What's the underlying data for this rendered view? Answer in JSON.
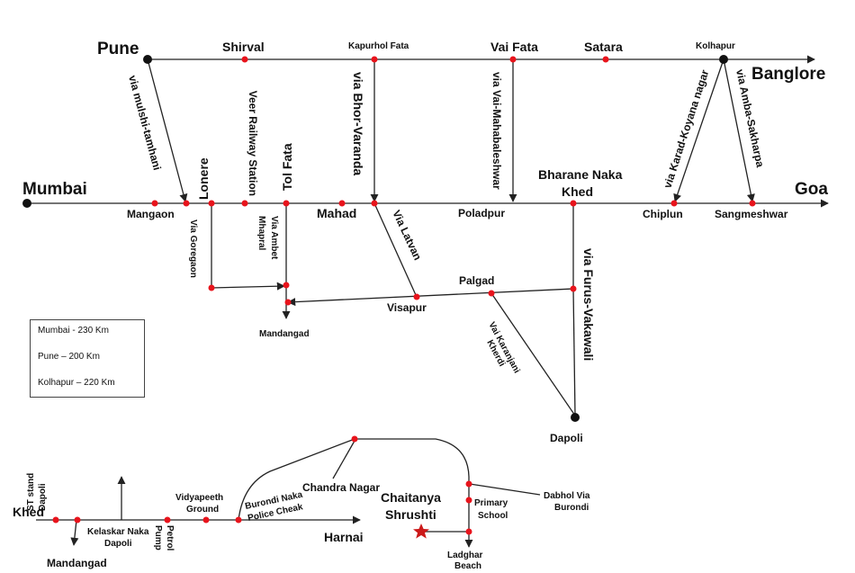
{
  "places": {
    "pune": "Pune",
    "shirval": "Shirval",
    "kapurhol_fata": "Kapurhol Fata",
    "vai_fata": "Vai Fata",
    "satara": "Satara",
    "kolhapur": "Kolhapur",
    "banglore": "Banglore",
    "mumbai": "Mumbai",
    "goa": "Goa",
    "lonere": "Lonere",
    "tol_fata": "Tol Fata",
    "mangaon": "Mangaon",
    "mahad": "Mahad",
    "poladpur": "Poladpur",
    "bharane_naka": "Bharane Naka",
    "khed": "Khed",
    "chiplun": "Chiplun",
    "sangmeshwar": "Sangmeshwar",
    "palgad": "Palgad",
    "visapur": "Visapur",
    "mandangad": "Mandangad",
    "dapoli": "Dapoli",
    "khed_bottom": "Khed",
    "st_stand": "ST stand",
    "st_dapoli": "Dapoli",
    "kelaskar_naka": "Kelaskar Naka",
    "kelaskar_dapoli": "Dapoli",
    "mandangad_bottom": "Mandangad",
    "petrol": "Petrol",
    "pump": "Pump",
    "vidyapeeth": "Vidyapeeth",
    "ground": "Ground",
    "burondi_naka": "Burondi Naka",
    "police_cheak": "Police Cheak",
    "harnai": "Harnai",
    "chandra_nagar": "Chandra Nagar",
    "chaitanya": "Chaitanya",
    "shrushti": "Shrushti",
    "primary": "Primary",
    "school": "School",
    "dabhol_via": "Dabhol Via",
    "burondi": "Burondi",
    "ladghar": "Ladghar",
    "beach": "Beach"
  },
  "routes": {
    "via_mulshi": "via mulshi-tamhani",
    "veer_railway": "Veer Railway Station",
    "via_bhor": "via Bhor-Varanda",
    "via_mahabaleshwar": "via Vai-Mahabaleshwar",
    "via_karad": "via Karad-Koyana nagar",
    "via_amba": "via Amba-Sakharpa",
    "via_goregaon": "Via Goregaon",
    "via_ambet": "Via Ambet",
    "mhapral": "Mhapral",
    "via_latvan": "Via Latvan",
    "via_furus": "via Furus-Vakawali",
    "vai_karanjani": "Vai Karanjani",
    "kherdi": "Kherdi"
  },
  "legend": {
    "mumbai": "Mumbai - 230 Km",
    "pune": "Pune – 200 Km",
    "kolhapur": "Kolhapur – 220 Km"
  },
  "colors": {
    "road": "#222222",
    "stop_marker": "#e8141c",
    "destination_star": "#cc1a1a",
    "terminal_marker": "#111111"
  }
}
